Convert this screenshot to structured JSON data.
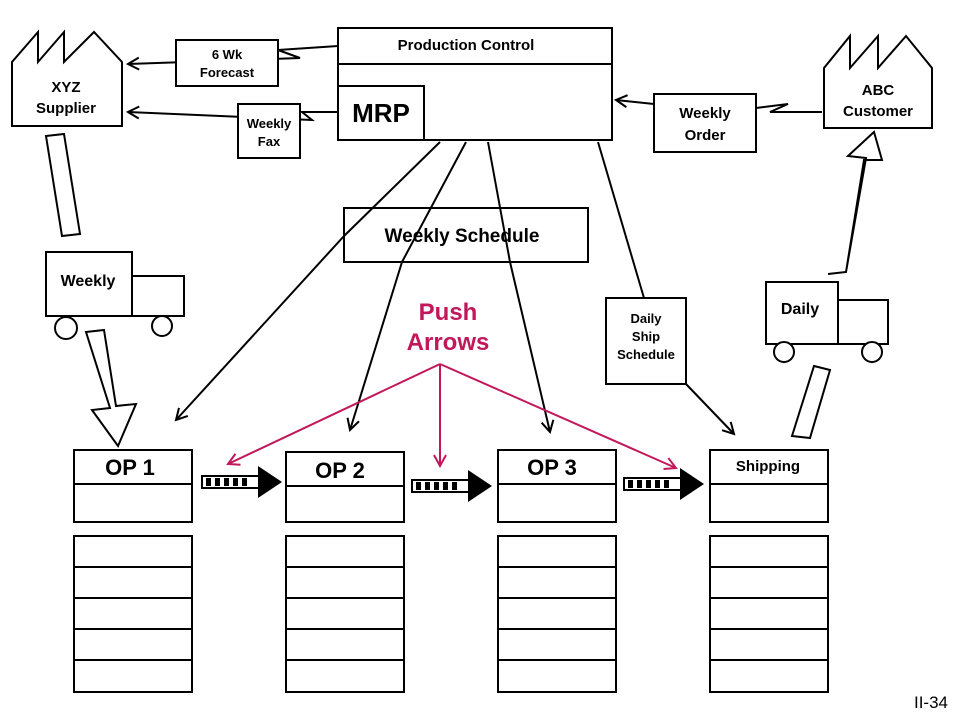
{
  "diagram": {
    "supplier": {
      "line1": "XYZ",
      "line2": "Supplier"
    },
    "customer": {
      "line1": "ABC",
      "line2": "Customer"
    },
    "production_control": {
      "title": "Production Control",
      "mrp": "MRP"
    },
    "forecast": {
      "line1": "6 Wk",
      "line2": "Forecast"
    },
    "weekly_fax": {
      "line1": "Weekly",
      "line2": "Fax"
    },
    "weekly_order": {
      "line1": "Weekly",
      "line2": "Order"
    },
    "weekly_schedule": "Weekly Schedule",
    "daily_ship_schedule": {
      "line1": "Daily",
      "line2": "Ship",
      "line3": "Schedule"
    },
    "push_label": {
      "line1": "Push",
      "line2": "Arrows"
    },
    "supplier_truck": "Weekly",
    "customer_truck": "Daily",
    "processes": [
      "OP 1",
      "OP 2",
      "OP 3",
      "Shipping"
    ],
    "page_number": "II-34",
    "colors": {
      "push": "#c2185b"
    }
  }
}
